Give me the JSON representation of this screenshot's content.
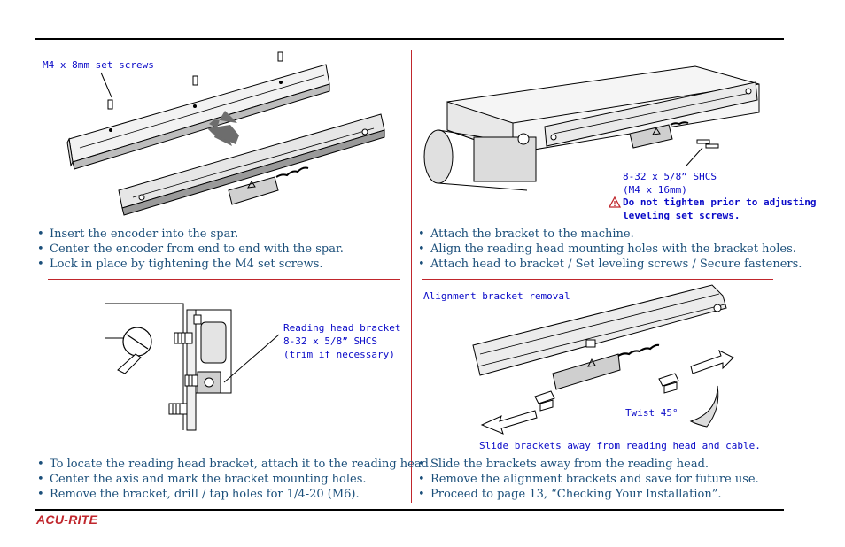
{
  "panels": {
    "top_left": {
      "callouts": [
        "M4 x 8mm set screws"
      ],
      "steps": [
        "Insert the encoder into the spar.",
        "Center the encoder from end to end with the spar.",
        "Lock in place by tightening the M4 set screws."
      ]
    },
    "top_right": {
      "callout_lines": [
        "8-32 x 5/8” SHCS",
        "(M4 x 16mm)"
      ],
      "warning_lines": [
        "Do not tighten prior to adjusting",
        "leveling set screws."
      ],
      "steps": [
        "Attach the bracket to the machine.",
        "Align the reading head mounting holes with the bracket holes.",
        "Attach head to bracket / Set leveling screws / Secure fasteners."
      ]
    },
    "bottom_left": {
      "callout_lines": [
        "Reading head bracket",
        "8-32 x 5/8” SHCS",
        "(trim if necessary)"
      ],
      "steps": [
        "To locate the reading head bracket, attach it to the reading head.",
        "Center the axis and mark the bracket mounting holes.",
        "Remove the bracket, drill / tap holes for 1/4-20 (M6)."
      ]
    },
    "bottom_right": {
      "title": "Alignment bracket removal",
      "twist_label": "Twist 45°",
      "caption": "Slide brackets away from reading head and cable.",
      "steps": [
        "Slide the brackets away from the reading head.",
        "Remove the alignment brackets and save for future use.",
        "Proceed to page 13, “Checking Your Installation”."
      ]
    }
  },
  "footer": {
    "brand": "ACU-RITE",
    "brand_color": "#c0262c"
  },
  "colors": {
    "callout_text": "#0a0ac8",
    "step_text": "#1b4f7a",
    "divider": "#c0262c"
  },
  "icons": {
    "warning": "warning-triangle-icon"
  }
}
